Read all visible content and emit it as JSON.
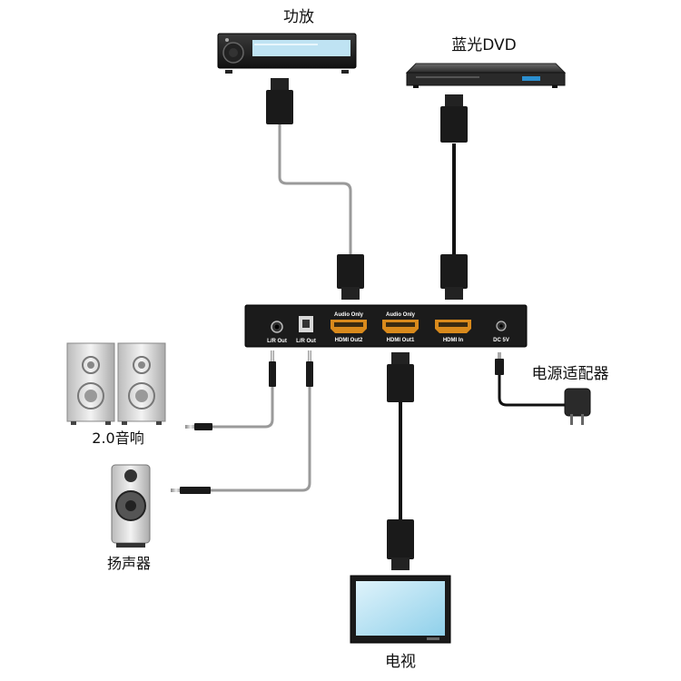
{
  "labels": {
    "amplifier": "功放",
    "bluray_dvd": "蓝光DVD",
    "power_adapter": "电源适配器",
    "speakers_20": "2.0音响",
    "speaker": "扬声器",
    "tv": "电视"
  },
  "device_ports": {
    "lr_out_analog": "L/R Out",
    "lr_out_optical": "L/R Out",
    "hdmi_out2_top": "Audio Only",
    "hdmi_out2": "HDMI Out2",
    "hdmi_out1_top": "Audio Only",
    "hdmi_out1": "HDMI Out1",
    "hdmi_in": "HDMI In",
    "dc": "DC 5V"
  },
  "colors": {
    "device_body": "#1b1b1b",
    "hdmi_port": "#d98a1c",
    "cable_gray": "#9a9a9a",
    "cable_black": "#111111",
    "screen_blue": "#bfe6f7"
  }
}
